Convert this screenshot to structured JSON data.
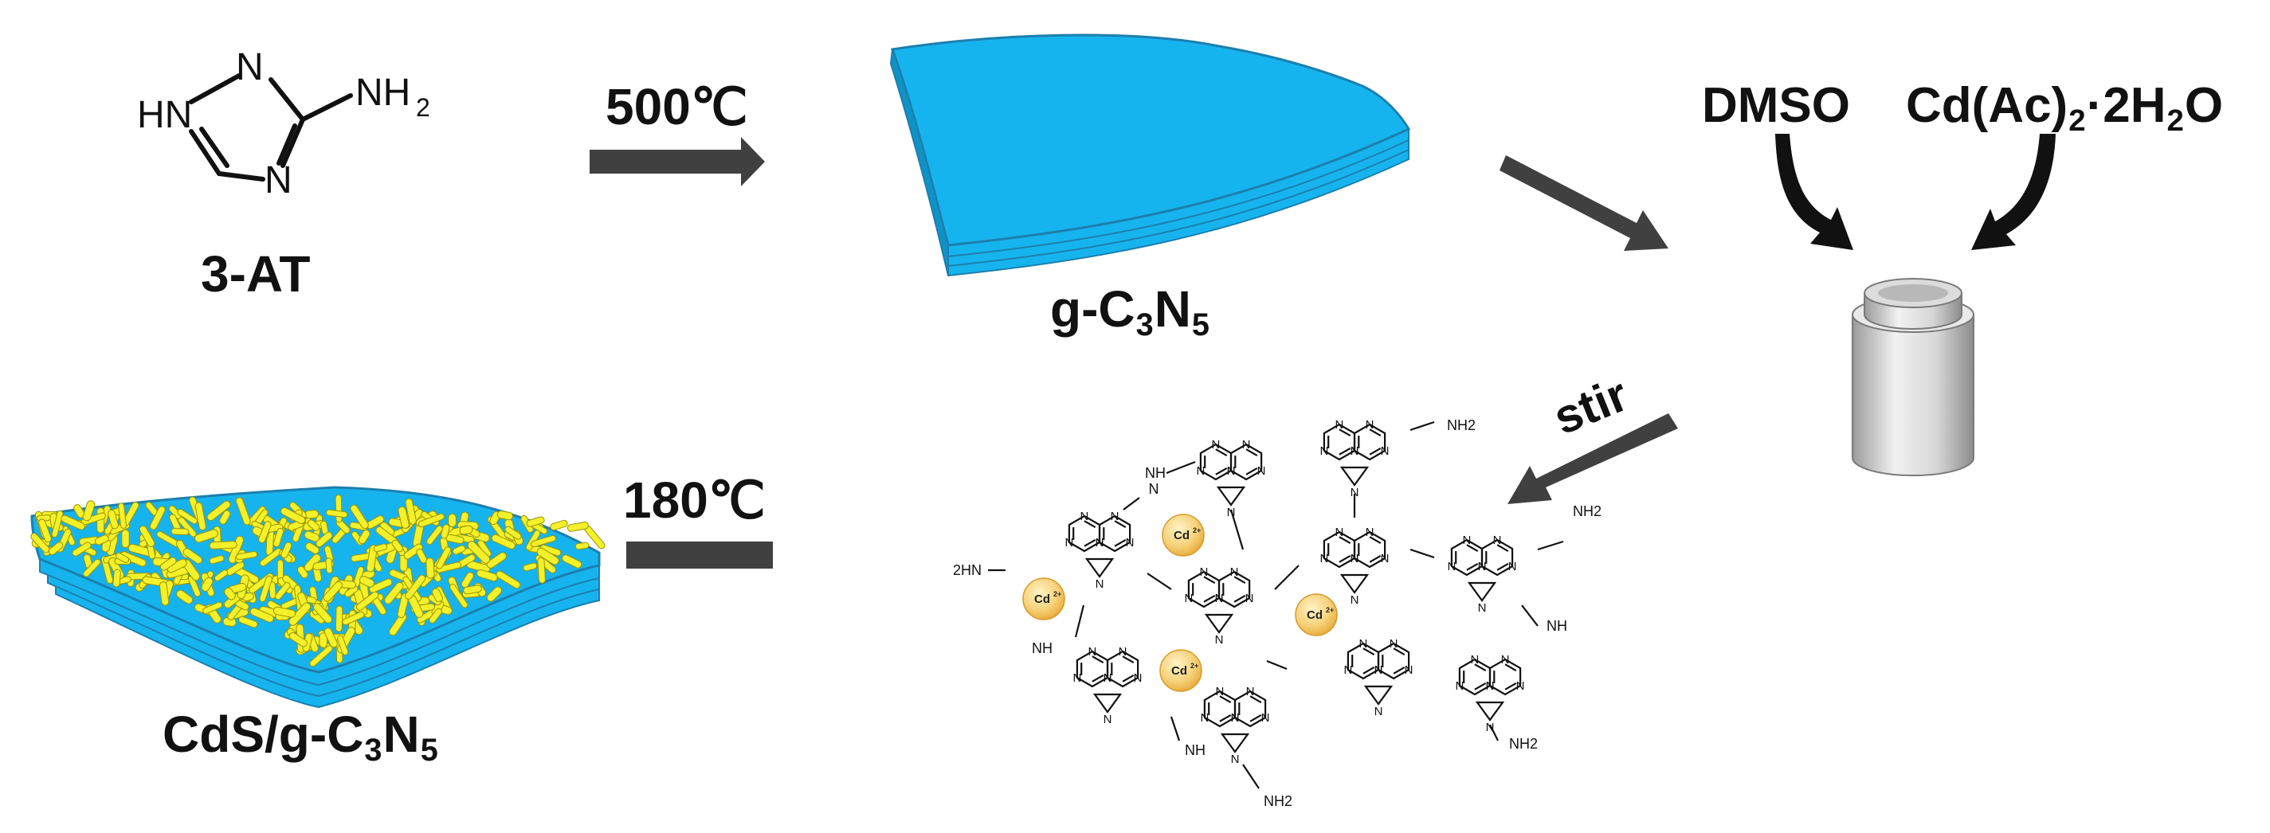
{
  "labels": {
    "reactant": "3-AT",
    "step1_temp": "500℃",
    "intermediate_prefix": "g-C",
    "intermediate_sub1": "3",
    "intermediate_mid": "N",
    "intermediate_sub2": "5",
    "solvent": "DMSO",
    "salt_a": "Cd(Ac)",
    "salt_sub": "2",
    "salt_b": "·2H",
    "salt_sub2": "2",
    "salt_c": "O",
    "stir": "stir",
    "step3_temp": "180℃",
    "product_prefix": "CdS/g-C",
    "product_sub1": "3",
    "product_mid": "N",
    "product_sub2": "5"
  },
  "molecule_3at": {
    "atom_n": "N",
    "atom_hn": "HN",
    "atom_nh": "NH",
    "atom_nh_sub": "2"
  },
  "network": {
    "ring_atom": "N",
    "linker": "N",
    "nh_linker": "NH",
    "terminal_nh2": "NH2",
    "terminal_2hn": "2HN",
    "ion": "Cd",
    "ion_charge": "2+"
  },
  "colors": {
    "sheet_blue": "#16b4ee",
    "sheet_edge": "#1c7fae",
    "rod_yellow": "#f4f02a",
    "arrow_gray": "#404040",
    "ion_gold": "#f2c14e"
  }
}
